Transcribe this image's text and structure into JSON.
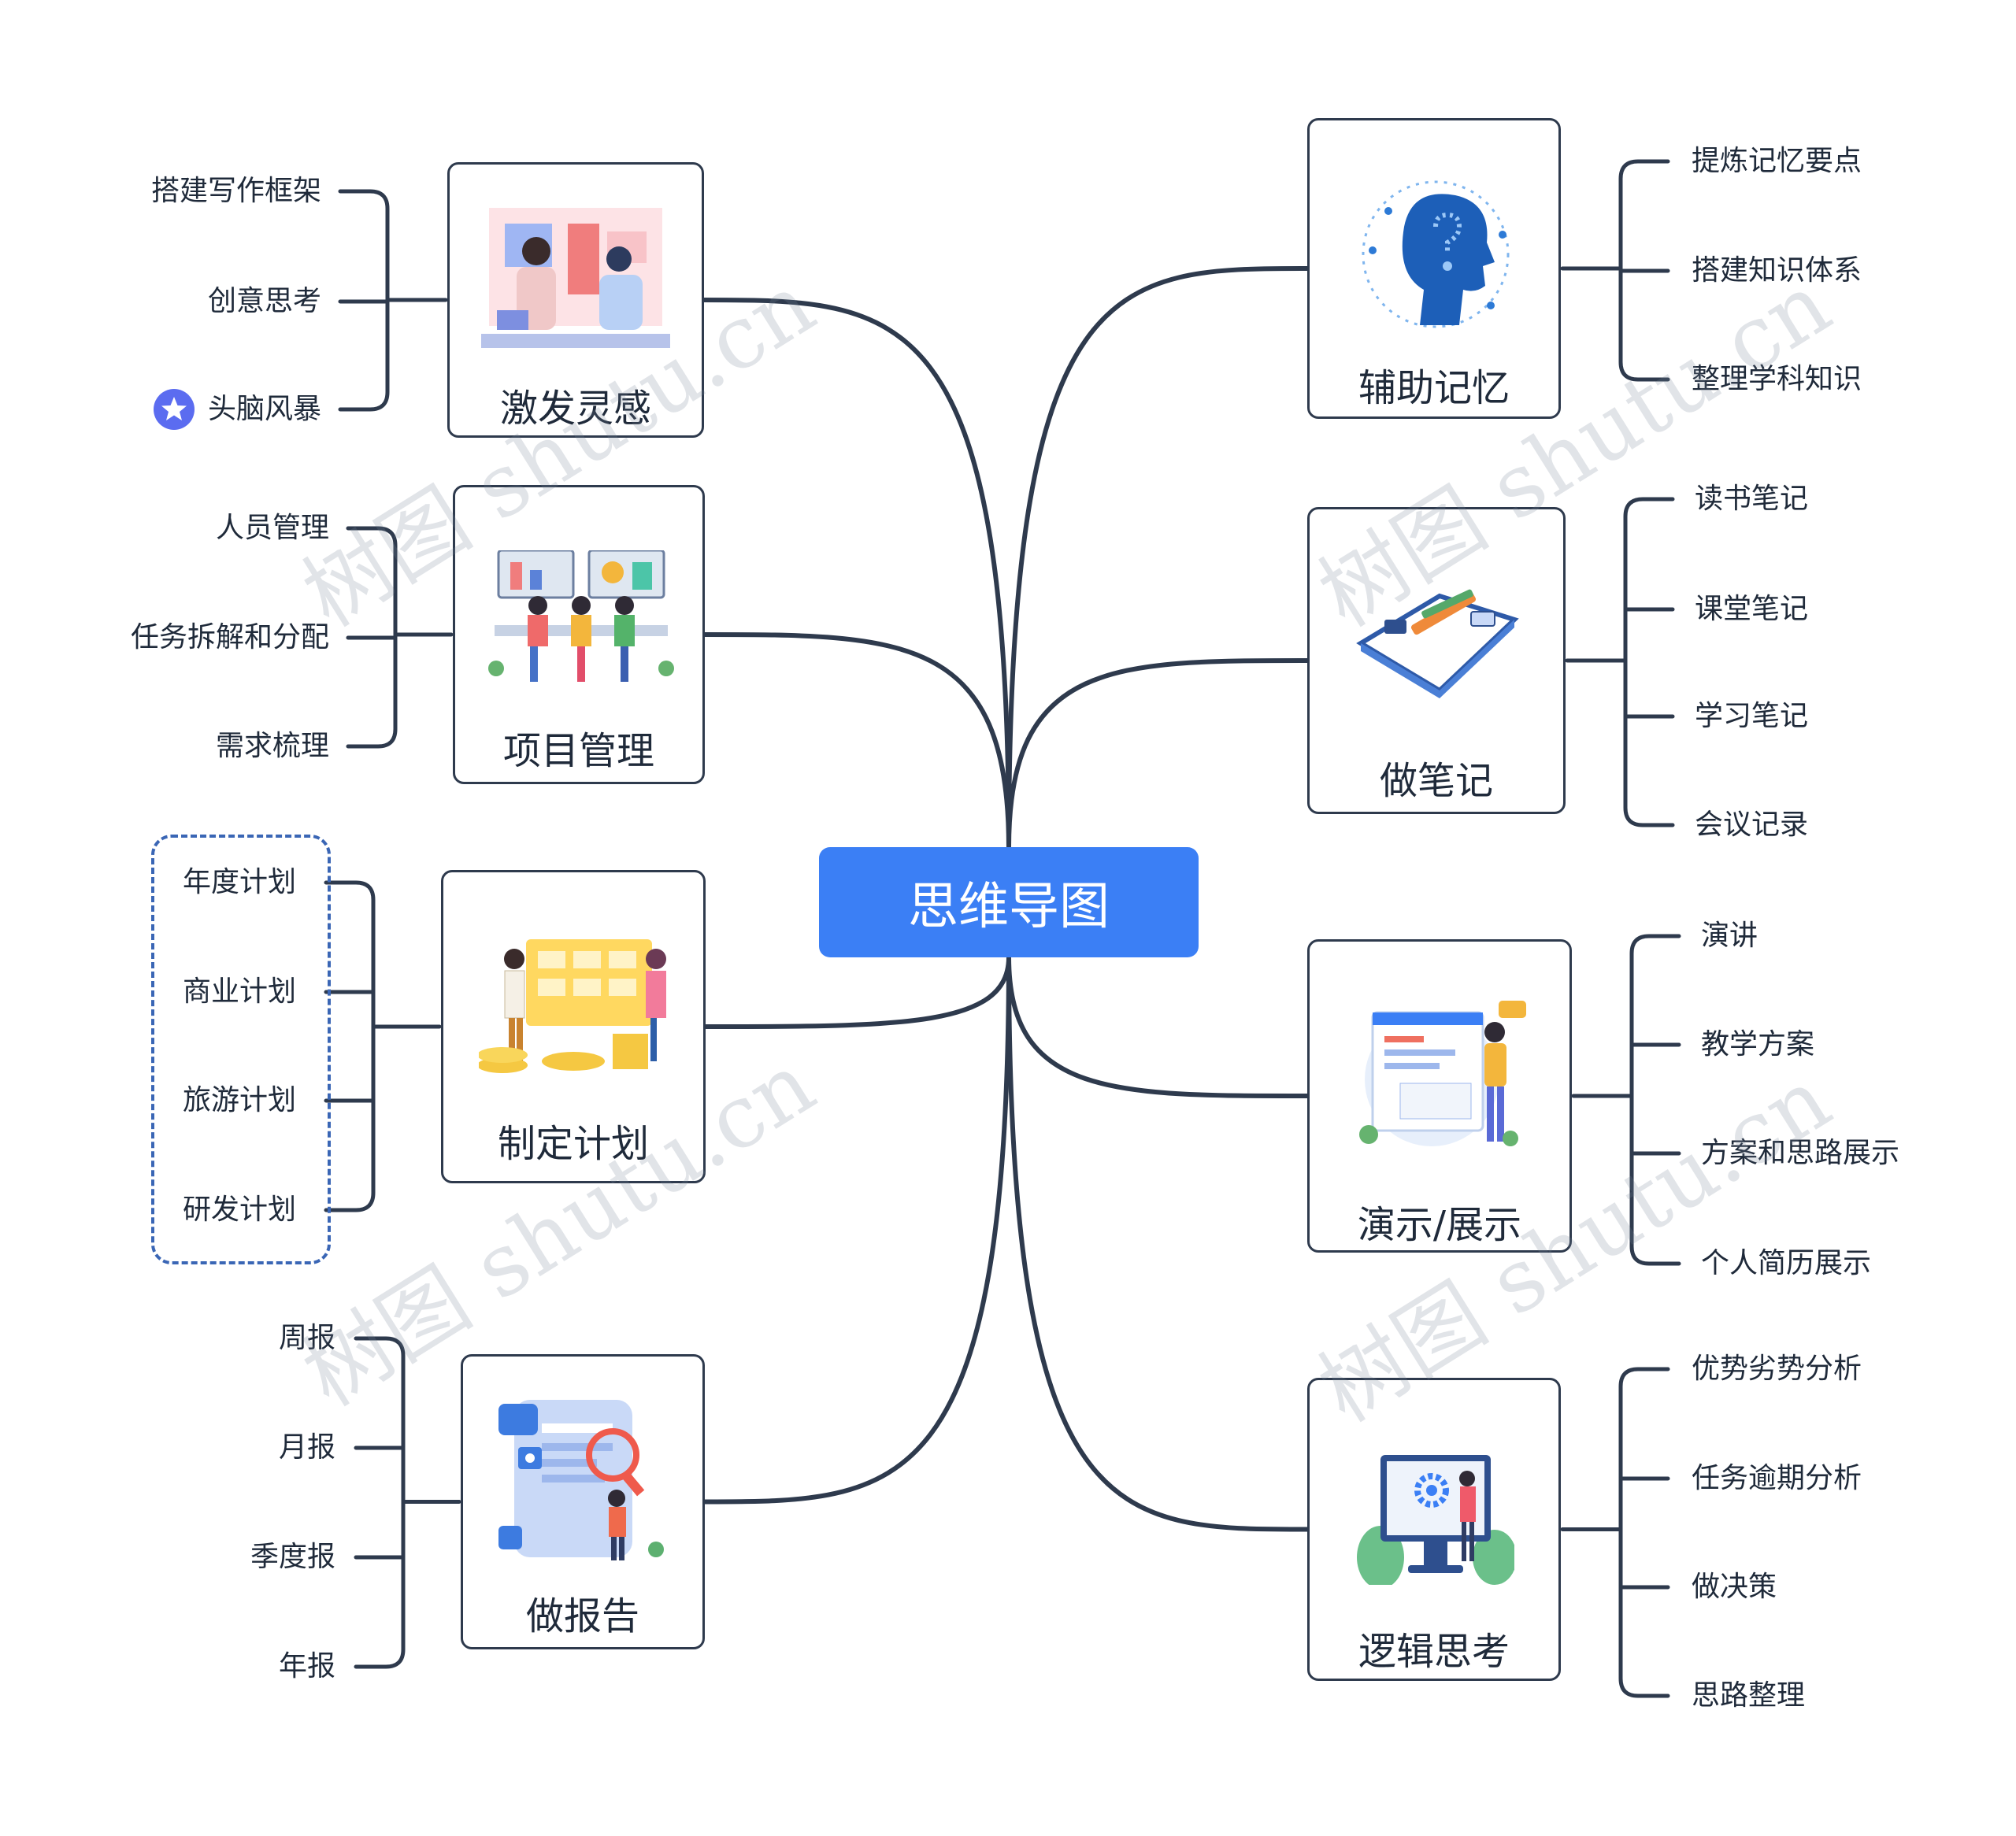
{
  "center": {
    "label": "思维导图",
    "color": "#3b7ff5"
  },
  "left_branches": [
    {
      "title": "激发灵感",
      "icon": "brainstorm-illustration",
      "children": [
        "搭建写作框架",
        "创意思考",
        "头脑风暴"
      ],
      "starred_child": 2
    },
    {
      "title": "项目管理",
      "icon": "team-meeting-illustration",
      "children": [
        "人员管理",
        "任务拆解和分配",
        "需求梳理"
      ]
    },
    {
      "title": "制定计划",
      "icon": "planning-board-illustration",
      "children": [
        "年度计划",
        "商业计划",
        "旅游计划",
        "研发计划"
      ],
      "boxed": true
    },
    {
      "title": "做报告",
      "icon": "report-document-illustration",
      "children": [
        "周报",
        "月报",
        "季度报",
        "年报"
      ]
    }
  ],
  "right_branches": [
    {
      "title": "辅助记忆",
      "icon": "brain-head-illustration",
      "children": [
        "提炼记忆要点",
        "搭建知识体系",
        "整理学科知识"
      ]
    },
    {
      "title": "做笔记",
      "icon": "notebook-pencil-illustration",
      "children": [
        "读书笔记",
        "课堂笔记",
        "学习笔记",
        "会议记录"
      ]
    },
    {
      "title": "演示/展示",
      "icon": "presentation-illustration",
      "children": [
        "演讲",
        "教学方案",
        "方案和思路展示",
        "个人简历展示"
      ]
    },
    {
      "title": "逻辑思考",
      "icon": "gear-screen-illustration",
      "children": [
        "优势劣势分析",
        "任务逾期分析",
        "做决策",
        "思路整理"
      ]
    }
  ],
  "watermark": "树图 shutu.cn",
  "colors": {
    "line": "#2e3a4d",
    "accent": "#3b7ff5",
    "dash": "#3a66b5"
  }
}
